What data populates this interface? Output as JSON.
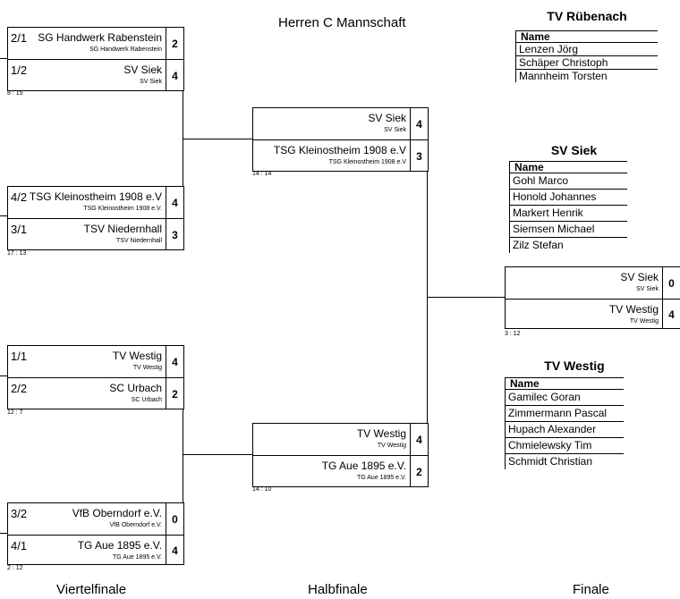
{
  "title": "Herren C  Mannschaft",
  "stages": {
    "quarter": "Viertelfinale",
    "semi": "Halbfinale",
    "final": "Finale"
  },
  "matches": {
    "qf1": {
      "result": "8 : 15",
      "top": {
        "seed": "2/1",
        "name": "SG Handwerk Rabenstein",
        "sub": "SG Handwerk Rabenstein",
        "score": "2"
      },
      "bottom": {
        "seed": "1/2",
        "name": "SV Siek",
        "sub": "SV Siek",
        "score": "4"
      }
    },
    "qf2": {
      "result": "17 : 13",
      "top": {
        "seed": "4/2",
        "name": "TSG Kleinostheim 1908 e.V",
        "sub": "TSG Kleinostheim 1908 e.V.",
        "score": "4"
      },
      "bottom": {
        "seed": "3/1",
        "name": "TSV Niedernhall",
        "sub": "TSV Niedernhall",
        "score": "3"
      }
    },
    "qf3": {
      "result": "12 : 7",
      "top": {
        "seed": "1/1",
        "name": "TV Westig",
        "sub": "TV Westig",
        "score": "4"
      },
      "bottom": {
        "seed": "2/2",
        "name": "SC Urbach",
        "sub": "SC Urbach",
        "score": "2"
      }
    },
    "qf4": {
      "result": "2 : 12",
      "top": {
        "seed": "3/2",
        "name": "VfB Oberndorf e.V.",
        "sub": "VfB Oberndorf e.V.",
        "score": "0"
      },
      "bottom": {
        "seed": "4/1",
        "name": "TG Aue 1895 e.V.",
        "sub": "TG Aue 1895 e.V.",
        "score": "4"
      }
    },
    "sf1": {
      "result": "14 : 14",
      "top": {
        "name": "SV Siek",
        "sub": "SV Siek",
        "score": "4"
      },
      "bottom": {
        "name": "TSG Kleinostheim 1908 e.V",
        "sub": "TSG Kleinostheim 1908 e.V",
        "score": "3"
      }
    },
    "sf2": {
      "result": "14 : 10",
      "top": {
        "name": "TV Westig",
        "sub": "TV Westig",
        "score": "4"
      },
      "bottom": {
        "name": "TG Aue 1895 e.V.",
        "sub": "TG Aue 1895 e.V.",
        "score": "2"
      }
    },
    "final": {
      "result": "3 : 12",
      "top": {
        "name": "SV Siek",
        "sub": "SV Siek",
        "score": "0"
      },
      "bottom": {
        "name": "TV Westig",
        "sub": "TV Westig",
        "score": "4"
      }
    }
  },
  "rosters": {
    "ruebenach": {
      "team": "TV Rübenach",
      "header": "Name",
      "players": [
        "Lenzen Jörg",
        "Schäper Christoph",
        "Mannheim Torsten"
      ]
    },
    "siek": {
      "team": "SV Siek",
      "header": "Name",
      "players": [
        "Gohl Marco",
        "Honold Johannes",
        "Markert Henrik",
        "Siemsen Michael",
        "Zilz Stefan"
      ]
    },
    "westig": {
      "team": "TV Westig",
      "header": "Name",
      "players": [
        "Gamilec Goran",
        "Zimmermann Pascal",
        "Hupach Alexander",
        "Chmielewsky Tim",
        "Schmidt Christian"
      ]
    }
  }
}
